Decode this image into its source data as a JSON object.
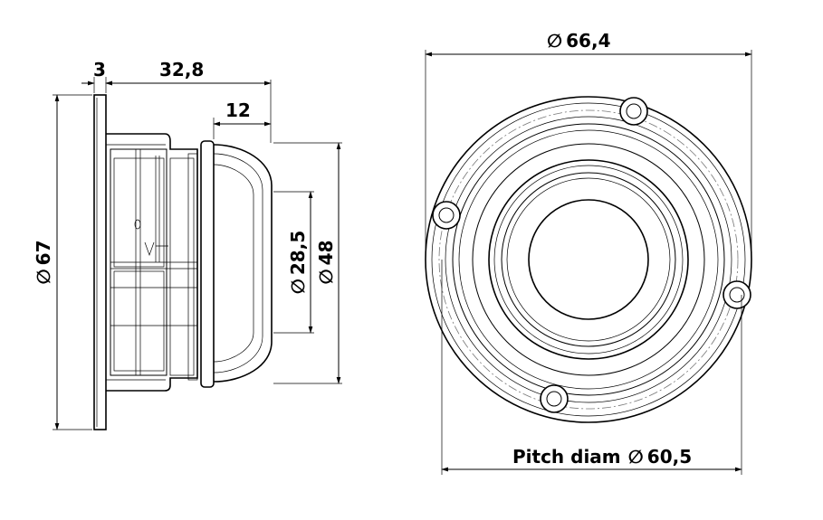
{
  "dimensions": {
    "flange_thickness": "3",
    "overall_depth": "32,8",
    "surround_depth": "12",
    "flange_diameter": "67",
    "cone_diameter": "28,5",
    "surround_diameter": "48",
    "outer_diameter": "66,4",
    "pitch_diameter_label": "Pitch diam",
    "pitch_diameter": "60,5"
  },
  "symbols": {
    "diameter": "∅"
  },
  "colors": {
    "line": "#000000",
    "center_line": "#777777",
    "background": "#ffffff"
  }
}
